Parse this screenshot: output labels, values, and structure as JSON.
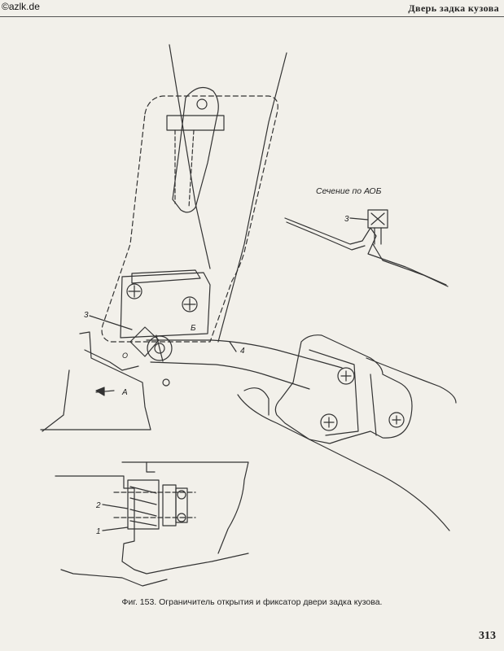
{
  "watermark": "©azlk.de",
  "running_head": "Дверь задка кузова",
  "figure": {
    "section_label": "Сечение по АОБ",
    "callouts": {
      "c1": "1",
      "c2": "2",
      "c3_main": "3",
      "c3_section": "3",
      "c4": "4",
      "cA": "А",
      "cB": "Б",
      "cO": "О"
    },
    "caption": "Фиг. 153. Ограничитель открытия и фиксатор двери задка кузова."
  },
  "page_number": "313"
}
